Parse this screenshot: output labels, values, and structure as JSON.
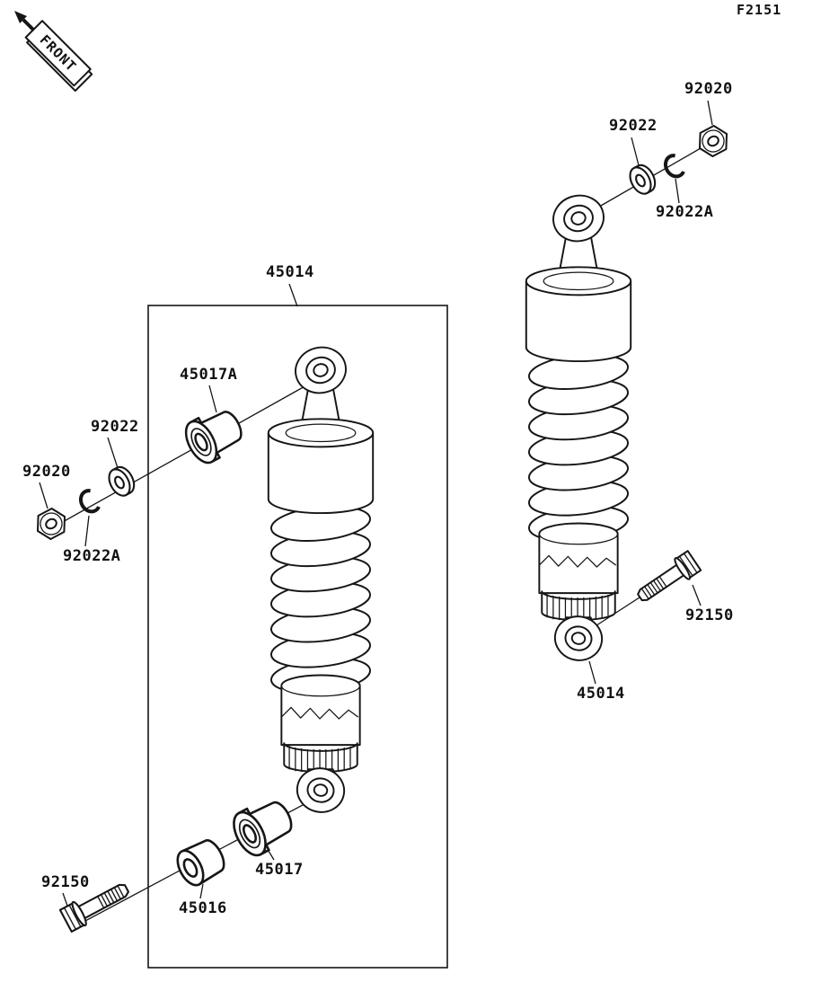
{
  "figure": {
    "code": "F2151",
    "front_label": "FRONT"
  },
  "part_labels": {
    "shock_left": {
      "part_no": "45014"
    },
    "shock_right": {
      "part_no": "45014"
    },
    "upper_bushing": {
      "part_no": "45017A"
    },
    "lower_bushing": {
      "part_no": "45017"
    },
    "sleeve": {
      "part_no": "45016"
    },
    "left_washer": {
      "part_no": "92022"
    },
    "right_washer": {
      "part_no": "92022"
    },
    "left_nut": {
      "part_no": "92020"
    },
    "right_nut": {
      "part_no": "92020"
    },
    "left_clip": {
      "part_no": "92022A"
    },
    "right_clip": {
      "part_no": "92022A"
    },
    "left_bolt": {
      "part_no": "92150"
    },
    "right_bolt": {
      "part_no": "92150"
    }
  }
}
